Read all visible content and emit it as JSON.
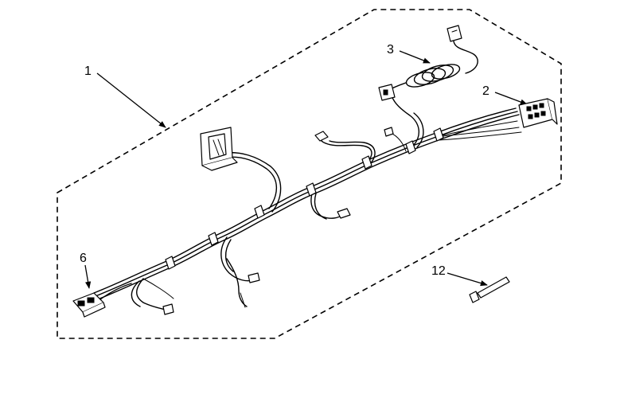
{
  "diagram": {
    "callouts": [
      {
        "id": "1",
        "label": "1"
      },
      {
        "id": "2",
        "label": "2"
      },
      {
        "id": "3",
        "label": "3"
      },
      {
        "id": "6",
        "label": "6"
      },
      {
        "id": "12",
        "label": "12"
      }
    ]
  }
}
